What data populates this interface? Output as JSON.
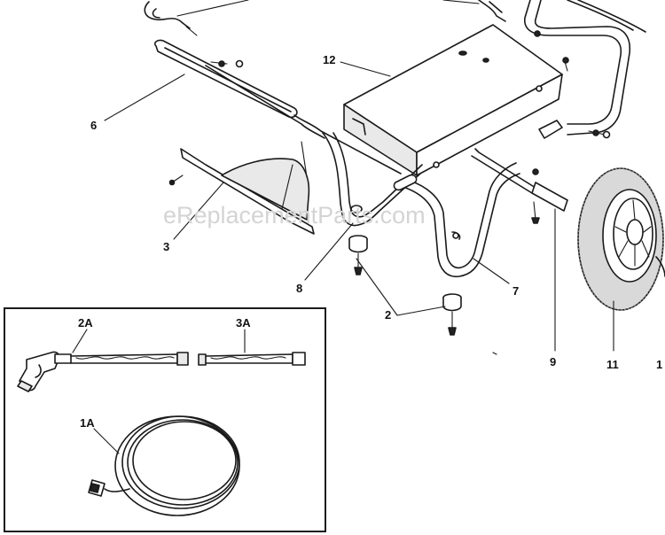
{
  "watermark": "eReplacementParts.com",
  "callouts": {
    "c12": "12",
    "c6": "6",
    "c3": "3",
    "c8": "8",
    "c2": "2",
    "c7": "7",
    "c9": "9",
    "c11": "11",
    "c1_partial": "1",
    "c2A": "2A",
    "c3A": "3A",
    "c1A": "1A"
  }
}
